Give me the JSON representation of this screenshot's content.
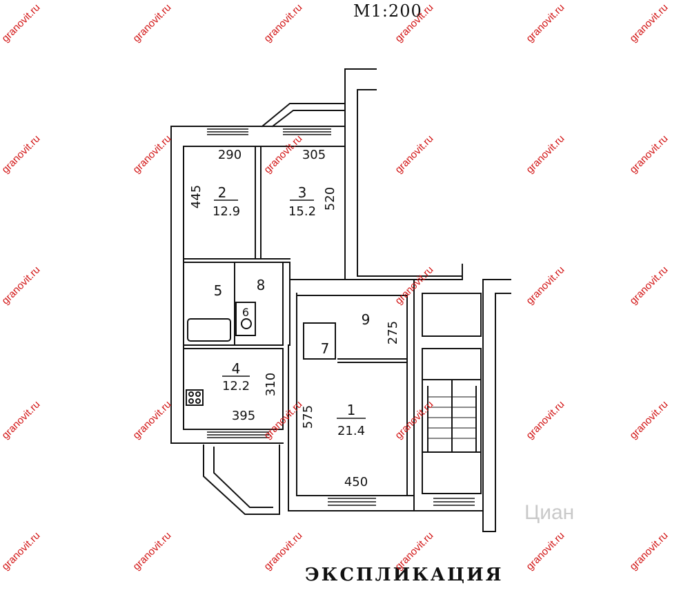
{
  "scale_label": "М1:200",
  "caption": "ЭКСПЛИКАЦИЯ",
  "watermark": "granovit.ru",
  "faint_watermark": "Циан",
  "colors": {
    "ink": "#111111",
    "watermark": "#d21414",
    "background": "#ffffff"
  },
  "rooms": [
    {
      "number": "1",
      "area": "21.4"
    },
    {
      "number": "2",
      "area": "12.9"
    },
    {
      "number": "3",
      "area": "15.2"
    },
    {
      "number": "4",
      "area": "12.2"
    },
    {
      "number": "5"
    },
    {
      "number": "6"
    },
    {
      "number": "7"
    },
    {
      "number": "8"
    },
    {
      "number": "9"
    }
  ],
  "dimensions": {
    "room2_width": "290",
    "room2_depth": "445",
    "room3_width": "305",
    "room3_depth": "520",
    "room4_width": "395",
    "room4_depth": "310",
    "room1_width": "450",
    "room1_depth": "575",
    "room9_depth": "275"
  }
}
